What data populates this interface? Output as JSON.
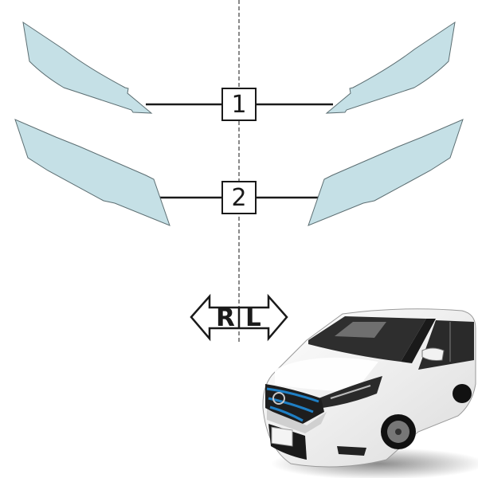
{
  "diagram": {
    "title": "Headlight protection film cut-set diagram",
    "colors": {
      "film_fill": "#c5e0e6",
      "film_stroke": "#5c6e72",
      "leader_line": "#1a1a1a",
      "center_line": "#8a8a8a",
      "background": "#ffffff"
    },
    "parts": [
      {
        "id": "1",
        "label": "1",
        "description": "Upper headlight film (left & right pair)"
      },
      {
        "id": "2",
        "label": "2",
        "description": "Lower headlight film (left & right pair)"
      }
    ],
    "direction_indicator": {
      "left_letter": "R",
      "right_letter": "L"
    },
    "vehicle": {
      "description": "White minivan, front three-quarter view, blue grille accents",
      "body_color": "#f4f4f4",
      "accent_color": "#1f7fc4",
      "glass_color": "#2b2b2b"
    }
  }
}
